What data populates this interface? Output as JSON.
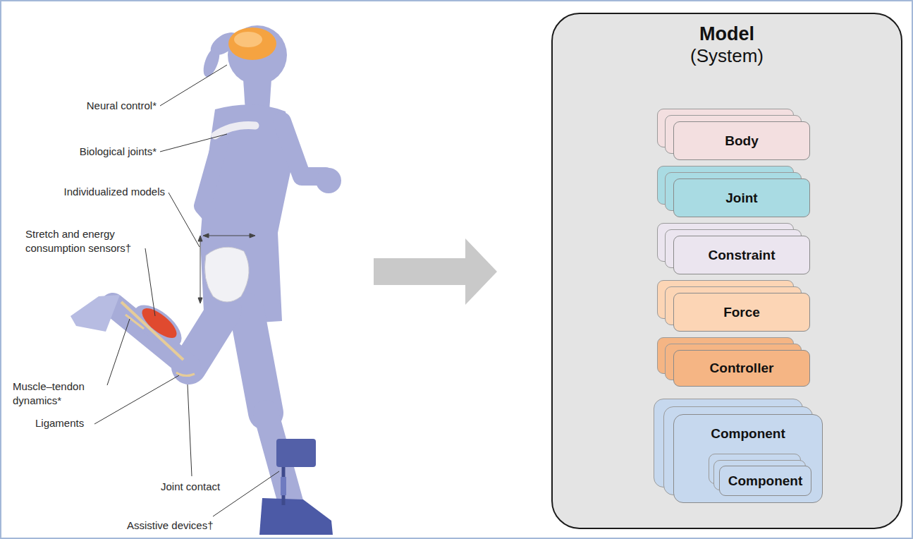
{
  "diagram": {
    "nodes": [
      {
        "text": [
          "Model",
          "(System)"
        ]
      },
      {
        "text": [
          "Body"
        ],
        "in": 0
      },
      {
        "text": [
          "Joint"
        ],
        "in": 0
      },
      {
        "text": [
          "Constraint"
        ],
        "in": 0
      },
      {
        "text": [
          "Force"
        ],
        "in": 0
      },
      {
        "text": [
          "Controller"
        ],
        "in": 0
      },
      {
        "text": [
          "Component"
        ],
        "in": 0
      },
      {
        "text": [
          "Component"
        ],
        "in": 6
      }
    ],
    "labels": [
      "Neural control*",
      "Biological joints*",
      "Individualized models",
      "Stretch and energy consumption sensors†",
      "Muscle–tendon dynamics*",
      "Ligaments",
      "Joint contact",
      "Assistive devices†"
    ]
  }
}
